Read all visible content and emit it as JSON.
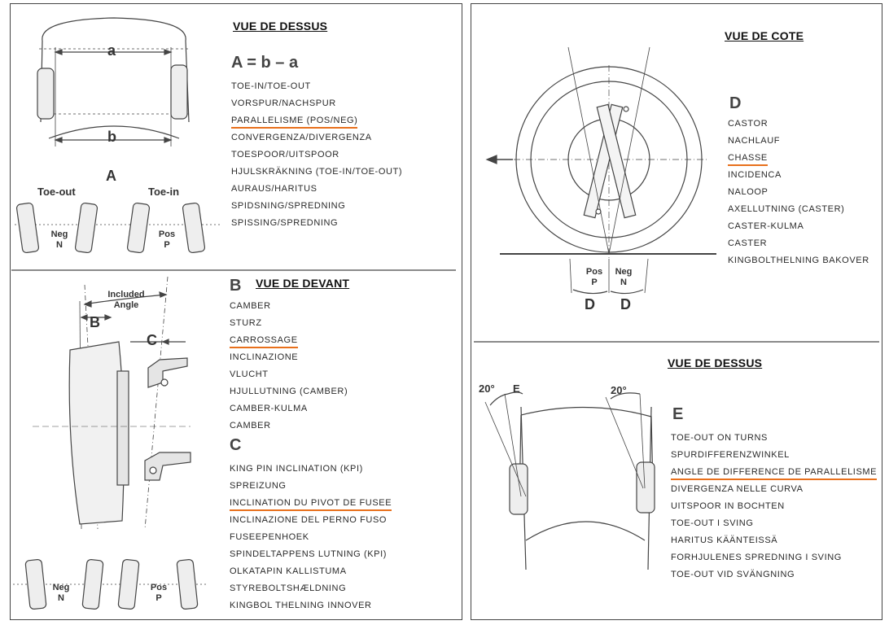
{
  "colors": {
    "highlight": "#e8701c",
    "line": "#444444",
    "text": "#2a2a2a"
  },
  "top_left": {
    "title": "VUE DE DESSUS",
    "formula": "A = b – a",
    "dim_a": "a",
    "dim_b": "b",
    "letter": "A",
    "toe_out": "Toe-out",
    "toe_in": "Toe-in",
    "neg": "Neg",
    "n": "N",
    "pos": "Pos",
    "p": "P",
    "terms": [
      "TOE-IN/TOE-OUT",
      "VORSPUR/NACHSPUR",
      "PARALLELISME (POS/NEG)",
      "CONVERGENZA/DIVERGENZA",
      "TOESPOOR/UITSPOOR",
      "HJULSKRÄKNING (TOE-IN/TOE-OUT)",
      "AURAUS/HARITUS",
      "SPIDSNING/SPREDNING",
      "SPISSING/SPREDNING"
    ]
  },
  "bottom_left": {
    "title": "VUE DE DEVANT",
    "letter_b": "B",
    "letter_c": "C",
    "included_angle": "Included Angle",
    "neg": "Neg",
    "n": "N",
    "pos": "Pos",
    "p": "P",
    "terms_b": [
      "CAMBER",
      "STURZ",
      "CARROSSAGE",
      "INCLINAZIONE",
      "VLUCHT",
      "HJULLUTNING (CAMBER)",
      "CAMBER-KULMA",
      "CAMBER"
    ],
    "terms_c": [
      "KING PIN INCLINATION (KPI)",
      "SPREIZUNG",
      "INCLINATION DU PIVOT DE FUSEE",
      "INCLINAZIONE DEL PERNO FUSO",
      "FUSEEPENHOEK",
      "SPINDELTAPPENS LUTNING (KPI)",
      "OLKATAPIN KALLISTUMA",
      "STYREBOLTSHÆLDNING",
      "KINGBOL THELNING INNOVER"
    ]
  },
  "top_right": {
    "title": "VUE DE COTE",
    "letter": "D",
    "pos": "Pos",
    "p": "P",
    "neg": "Neg",
    "n": "N",
    "d1": "D",
    "d2": "D",
    "terms": [
      "CASTOR",
      "NACHLAUF",
      "CHASSE",
      "INCIDENCA",
      "NALOOP",
      "AXELLUTNING (CASTER)",
      "CASTER-KULMA",
      "CASTER",
      "KINGBOLTHELNING BAKOVER"
    ]
  },
  "bottom_right": {
    "title": "VUE DE DESSUS",
    "letter": "E",
    "angle_left": "20°",
    "angle_right": "20°",
    "e_label": "E",
    "terms": [
      "TOE-OUT ON TURNS",
      "SPURDIFFERENZWINKEL",
      "ANGLE DE DIFFERENCE DE PARALLELISME",
      "DIVERGENZA NELLE CURVA",
      "UITSPOOR IN BOCHTEN",
      "TOE-OUT I SVING",
      "HARITUS KÄÄNTEISSÄ",
      "FORHJULENES SPREDNING I SVING",
      "TOE-OUT VID SVÄNGNING"
    ]
  }
}
